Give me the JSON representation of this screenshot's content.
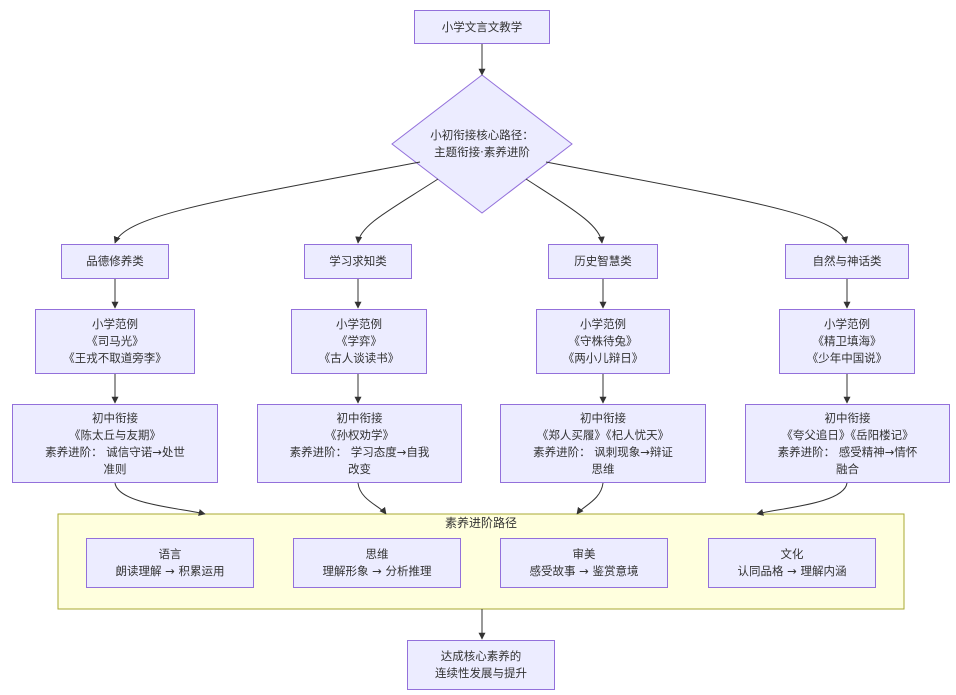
{
  "colors": {
    "node_fill": "#ECECFF",
    "node_stroke": "#9370DB",
    "cluster_fill": "#FFFFDE",
    "cluster_stroke": "#AAAA33",
    "edge": "#333333"
  },
  "root": "小学文言文教学",
  "hub": {
    "line1": "小初衔接核心路径：",
    "line2": "主题衔接·素养进阶"
  },
  "themes": [
    {
      "name": "品德修养类",
      "primary": {
        "l1": "小学范例",
        "l2": "《司马光》",
        "l3": "《王戎不取道旁李》"
      },
      "middle": {
        "l1": "初中衔接",
        "l2": "《陈太丘与友期》",
        "l3": "素养进阶： 诚信守诺→处世",
        "l4": "准则"
      }
    },
    {
      "name": "学习求知类",
      "primary": {
        "l1": "小学范例",
        "l2": "《学弈》",
        "l3": "《古人谈读书》"
      },
      "middle": {
        "l1": "初中衔接",
        "l2": "《孙权劝学》",
        "l3": "素养进阶： 学习态度→自我",
        "l4": "改变"
      }
    },
    {
      "name": "历史智慧类",
      "primary": {
        "l1": "小学范例",
        "l2": "《守株待兔》",
        "l3": "《两小儿辩日》"
      },
      "middle": {
        "l1": "初中衔接",
        "l2": "《郑人买履》《杞人忧天》",
        "l3": "素养进阶： 讽刺现象→辩证",
        "l4": "思维"
      }
    },
    {
      "name": "自然与神话类",
      "primary": {
        "l1": "小学范例",
        "l2": "《精卫填海》",
        "l3": "《少年中国说》"
      },
      "middle": {
        "l1": "初中衔接",
        "l2": "《夸父追日》《岳阳楼记》",
        "l3": "素养进阶： 感受精神→情怀",
        "l4": "融合"
      }
    }
  ],
  "cluster": {
    "title": "素养进阶路径",
    "items": [
      {
        "name": "语言",
        "desc": "朗读理解 → 积累运用"
      },
      {
        "name": "思维",
        "desc": "理解形象 → 分析推理"
      },
      {
        "name": "审美",
        "desc": "感受故事 → 鉴赏意境"
      },
      {
        "name": "文化",
        "desc": "认同品格 → 理解内涵"
      }
    ]
  },
  "goal": {
    "line1": "达成核心素养的",
    "line2": "连续性发展与提升"
  }
}
